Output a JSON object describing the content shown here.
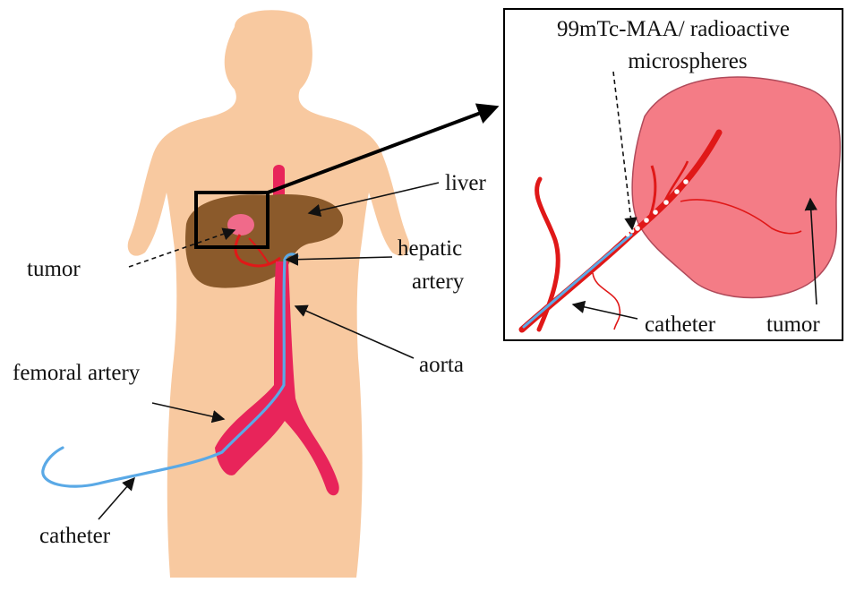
{
  "colors": {
    "body": "#f8c9a0",
    "liver": "#8b5a2b",
    "tumor": "#f06a8a",
    "tumor_large": "#f47c86",
    "vessel": "#e8245a",
    "catheter": "#5aa9e6",
    "artery_red": "#e01818",
    "frame": "#000000"
  },
  "labels": {
    "tumor": "tumor",
    "liver": "liver",
    "hepatic_1": "hepatic",
    "hepatic_2": "artery",
    "aorta": "aorta",
    "femoral": "femoral artery",
    "catheter": "catheter"
  },
  "inset": {
    "title_1": "99mTc-MAA/ radioactive",
    "title_2": "microspheres",
    "catheter": "catheter",
    "tumor": "tumor"
  }
}
